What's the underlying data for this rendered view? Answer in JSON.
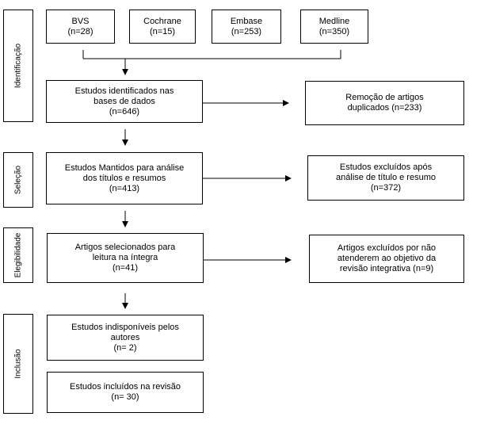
{
  "stages": [
    {
      "label": "Identificação"
    },
    {
      "label": "Seleção"
    },
    {
      "label": "Elegibilidade"
    },
    {
      "label": "Inclusão"
    }
  ],
  "sources": [
    {
      "name": "BVS",
      "count": "(n=28)"
    },
    {
      "name": "Cochrane",
      "count": "(n=15)"
    },
    {
      "name": "Embase",
      "count": "(n=253)"
    },
    {
      "name": "Medline",
      "count": "(n=350)"
    }
  ],
  "identified": {
    "line1": "Estudos identificados nas",
    "line2": "bases de dados",
    "count": "(n=646)"
  },
  "duplicates": {
    "line1": "Remoção de artigos",
    "line2": "duplicados (n=233)"
  },
  "screened": {
    "line1": "Estudos Mantidos para análise",
    "line2": "dos títulos e resumos",
    "count": "(n=413)"
  },
  "excluded_screen": {
    "line1": "Estudos excluídos após",
    "line2": "análise de título e resumo",
    "count": "(n=372)"
  },
  "fulltext": {
    "line1": "Artigos selecionados para",
    "line2": "leitura na íntegra",
    "count": "(n=41)"
  },
  "excluded_full": {
    "line1": "Artigos excluídos por não",
    "line2": "atenderem ao objetivo da",
    "line3": "revisão integrativa (n=9)"
  },
  "unavailable": {
    "line1": "Estudos indisponíveis pelos",
    "line2": "autores",
    "count": "(n= 2)"
  },
  "included": {
    "line1": "Estudos incluídos na revisão",
    "count": "(n= 30)"
  }
}
